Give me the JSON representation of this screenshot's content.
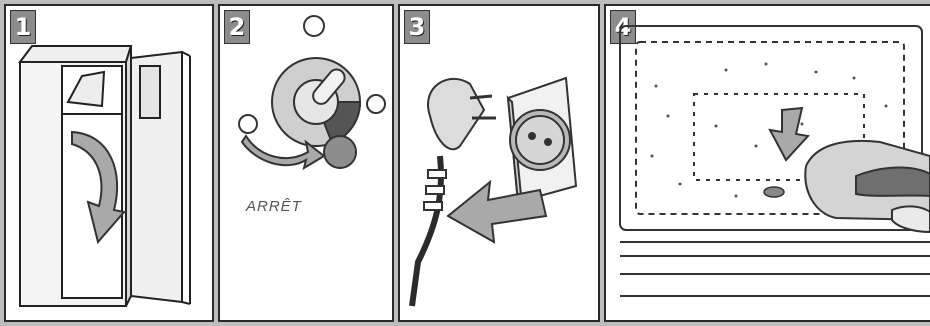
{
  "steps": [
    {
      "number": "1",
      "icon": "open-door-icon"
    },
    {
      "number": "2",
      "icon": "dial-switch-off-icon",
      "label": "ARRÊT"
    },
    {
      "number": "3",
      "icon": "unplug-icon"
    },
    {
      "number": "4",
      "icon": "clean-interior-icon"
    }
  ]
}
